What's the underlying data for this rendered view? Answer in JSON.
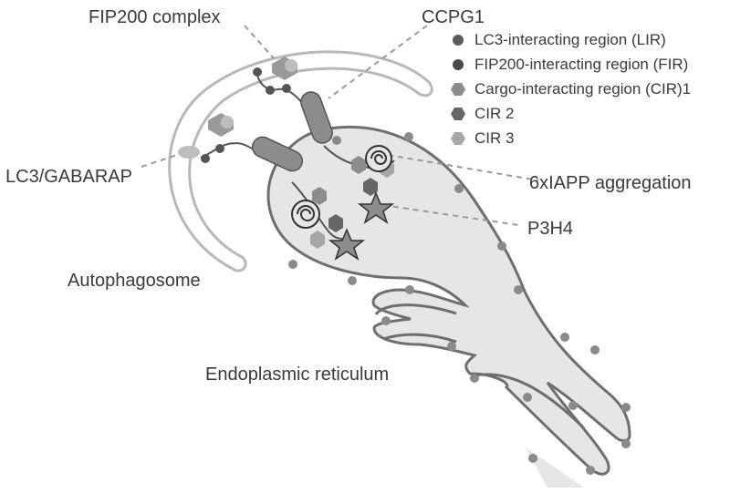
{
  "labels": {
    "fip200_complex": "FIP200 complex",
    "ccpg1": "CCPG1",
    "lc3_gabarap": "LC3/GABARAP",
    "autophagosome": "Autophagosome",
    "iapp_aggregation": "6xIAPP aggregation",
    "p3h4": "P3H4",
    "er": "Endoplasmic reticulum"
  },
  "legend": {
    "items": [
      {
        "label": "LC3-interacting region (LIR)",
        "icon": "dark-gray-circle-icon",
        "color": "#5a5a5a"
      },
      {
        "label": "FIP200-interacting region (FIR)",
        "icon": "dark-circle-icon",
        "color": "#4a4a4a"
      },
      {
        "label": "Cargo-interacting region (CIR)1",
        "icon": "gray-hexagon-icon",
        "color": "#8c8c8c"
      },
      {
        "label": "CIR 2",
        "icon": "dark-hexagon-icon",
        "color": "#666666"
      },
      {
        "label": "CIR 3",
        "icon": "light-hexagon-icon",
        "color": "#a6a6a6"
      }
    ]
  },
  "colors": {
    "er_fill": "#e6e6e6",
    "outline": "#6e6e6e",
    "dots": "#8a8a8a",
    "text": "#3a3a3a"
  }
}
